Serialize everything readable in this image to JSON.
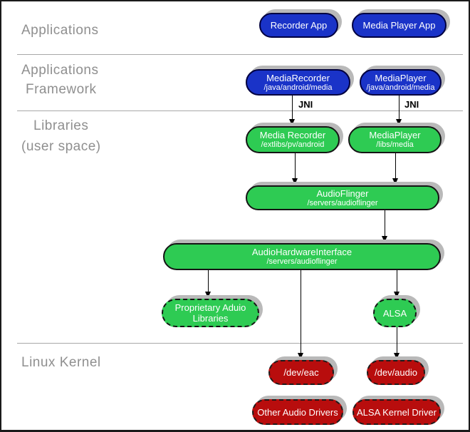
{
  "layers": {
    "applications": "Applications",
    "framework_line1": "Applications",
    "framework_line2": "Framework",
    "libraries_line1": "Libraries",
    "libraries_line2": "(user space)",
    "kernel": "Linux Kernel"
  },
  "labels": {
    "jni_left": "JNI",
    "jni_right": "JNI"
  },
  "nodes": {
    "recorder_app": {
      "title": "Recorder App"
    },
    "media_player_app": {
      "title": "Media Player App"
    },
    "media_recorder_java": {
      "title": "MediaRecorder",
      "subtitle": "/java/android/media"
    },
    "media_player_java": {
      "title": "MediaPlayer",
      "subtitle": "/java/android/media"
    },
    "media_recorder_native": {
      "title": "Media Recorder",
      "subtitle": "/extlibs/pv/android"
    },
    "media_player_native": {
      "title": "MediaPlayer",
      "subtitle": "/libs/media"
    },
    "audio_flinger": {
      "title": "AudioFlinger",
      "subtitle": "/servers/audioflinger"
    },
    "audio_hardware_interface": {
      "title": "AudioHardwareInterface",
      "subtitle": "/servers/audioflinger"
    },
    "proprietary_audio_libs": {
      "line1": "Proprietary Aduio",
      "line2": "Libraries"
    },
    "alsa": {
      "title": "ALSA"
    },
    "dev_eac": {
      "title": "/dev/eac"
    },
    "dev_audio": {
      "title": "/dev/audio"
    },
    "other_audio_drivers": {
      "title": "Other Audio Drivers"
    },
    "alsa_kernel_driver": {
      "title": "ALSA Kernel Driver"
    }
  },
  "colors": {
    "app_blue": "#1a33c8",
    "lib_green": "#2ecb53",
    "kernel_red": "#b80d0d",
    "shadow_gray": "#b9b9b9",
    "label_gray": "#8f8f8f",
    "node_text": "#ffffff",
    "line_black": "#000000"
  }
}
